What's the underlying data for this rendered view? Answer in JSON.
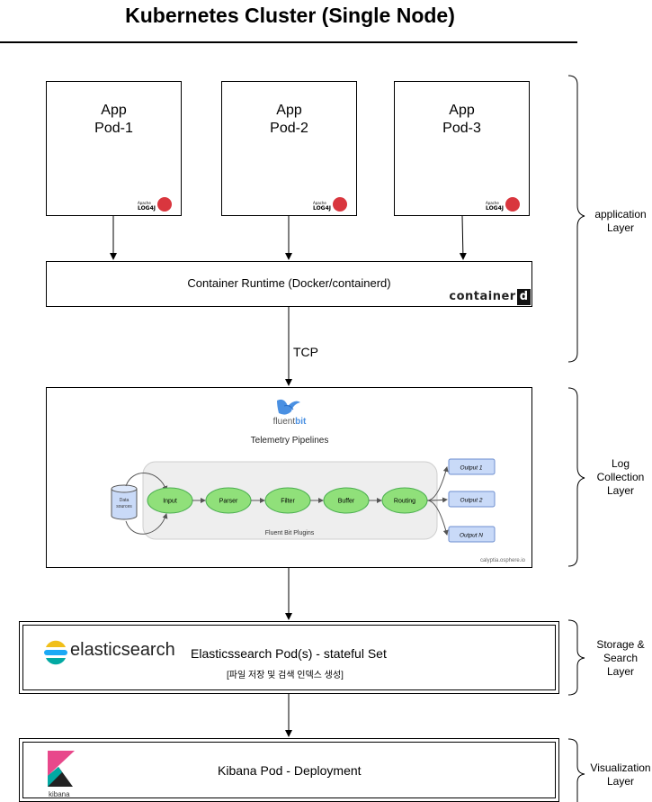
{
  "title": "Kubernetes Cluster (Single Node)",
  "pods": [
    {
      "line1": "App",
      "line2": "Pod-1"
    },
    {
      "line1": "App",
      "line2": "Pod-2"
    },
    {
      "line1": "App",
      "line2": "Pod-3"
    }
  ],
  "log4j": {
    "apache": "Apache",
    "name": "LOG4J"
  },
  "runtime": {
    "label": "Container Runtime (Docker/containerd)",
    "logo_text": "container",
    "logo_letter": "d"
  },
  "tcp_label": "TCP",
  "fluentbit": {
    "brand": "fluent",
    "brand_bold": "bit",
    "pipeline_title": "Telemetry Pipelines",
    "data_sources": "Data sources",
    "stages": [
      "Input",
      "Parser",
      "Filter",
      "Buffer",
      "Routing"
    ],
    "outputs": [
      "Output 1",
      "Output 2",
      "Output N"
    ],
    "plugins_label": "Fluent Bit Plugins",
    "credit": "calyptia.osphere.io"
  },
  "elasticsearch": {
    "logo_text": "elasticsearch",
    "line1": "Elasticssearch Pod(s) - stateful Set",
    "line2": "[파일 저장 및 검색 인덱스 생성]"
  },
  "kibana": {
    "logo_text": "kibana",
    "label": "Kibana Pod - Deployment"
  },
  "layers": [
    {
      "lines": [
        "application",
        "Layer"
      ]
    },
    {
      "lines": [
        "Log",
        "Collection",
        "Layer"
      ]
    },
    {
      "lines": [
        "Storage &",
        "Search",
        "Layer"
      ]
    },
    {
      "lines": [
        "Visualization",
        "Layer"
      ]
    }
  ],
  "colors": {
    "node_fill": "#90e07a",
    "node_stroke": "#4caf50",
    "output_fill": "#c9daf8",
    "output_stroke": "#6d8ecf",
    "db_fill": "#c9daf8",
    "log4j_red": "#d9363e",
    "elastic_yellow": "#f0bf1a",
    "elastic_teal": "#02a9a3",
    "kibana_pink": "#e8488b"
  }
}
